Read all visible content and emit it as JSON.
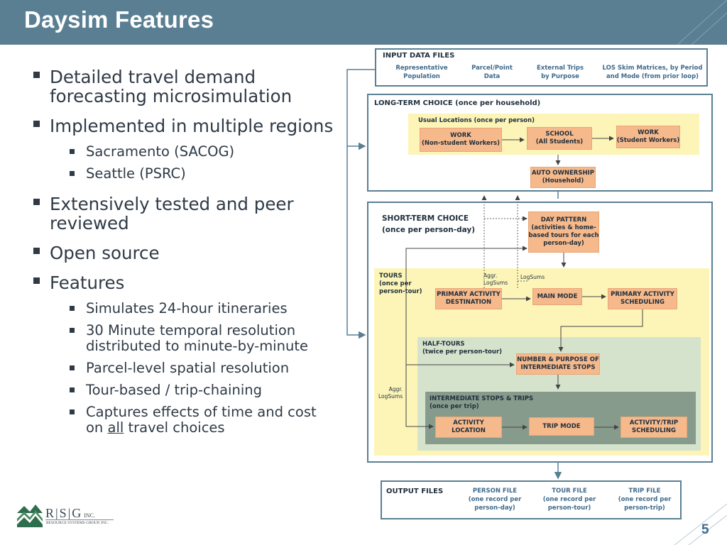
{
  "slide": {
    "title": "Daysim Features",
    "page_number": "5"
  },
  "bullets": [
    {
      "text": "Detailed travel demand forecasting microsimulation",
      "level": 1
    },
    {
      "text": "Implemented in multiple regions",
      "level": 1
    },
    {
      "text": "Sacramento (SACOG)",
      "level": 2
    },
    {
      "text": "Seattle (PSRC)",
      "level": 2
    },
    {
      "text": "Extensively tested and peer reviewed",
      "level": 1
    },
    {
      "text": "Open source",
      "level": 1
    },
    {
      "text": "Features",
      "level": 1
    },
    {
      "text": "Simulates  24-hour itineraries",
      "level": 2
    },
    {
      "text": "30 Minute temporal resolution distributed to minute-by-minute",
      "level": 2
    },
    {
      "text": "Parcel-level spatial resolution",
      "level": 2
    },
    {
      "text": "Tour-based / trip-chaining",
      "level": 2
    },
    {
      "text": "Captures effects of time and cost on all travel choices",
      "level": 2,
      "pre": "Captures effects of time and cost on ",
      "underlined": "all",
      "post": " travel choices"
    }
  ],
  "diagram": {
    "input": {
      "title": "INPUT DATA FILES",
      "items": [
        "Representative\nPopulation",
        "Parcel/Point\nData",
        "External Trips\nby Purpose",
        "LOS Skim Matrices, by Period\nand Mode (from prior loop)"
      ]
    },
    "long_term": {
      "title": "LONG-TERM CHOICE (once per household)",
      "usual_title": "Usual Locations (once per person)",
      "work1": "WORK\n(Non-student Workers)",
      "school": "SCHOOL\n(All Students)",
      "work2": "WORK\n(Student Workers)",
      "auto": "AUTO OWNERSHIP\n(Household)"
    },
    "short_term": {
      "title": "SHORT-TERM CHOICE\n(once per person-day)",
      "day_pattern": "DAY PATTERN\n(activities & home-\nbased tours for each\nperson-day)",
      "tours_title": "TOURS\n(once per\nperson-tour)",
      "aggr_logsums": "Aggr.\nLogSums",
      "logsums": "LogSums",
      "primary_dest": "PRIMARY ACTIVITY\nDESTINATION",
      "main_mode": "MAIN MODE",
      "primary_sched": "PRIMARY ACTIVITY\nSCHEDULING",
      "half_tours_title": "HALF-TOURS\n(twice per person-tour)",
      "num_purpose": "NUMBER & PURPOSE OF\nINTERMEDIATE STOPS",
      "aggr_logsums2": "Aggr.\nLogSums",
      "stops_title": "INTERMEDIATE STOPS & TRIPS\n(once per trip)",
      "activity_location": "ACTIVITY\nLOCATION",
      "trip_mode": "TRIP MODE",
      "activity_trip_sched": "ACTIVITY/TRIP\nSCHEDULING"
    },
    "output": {
      "title": "OUTPUT FILES",
      "items": [
        "PERSON FILE\n(one record per\nperson-day)",
        "TOUR FILE\n(one record per\nperson-tour)",
        "TRIP FILE\n(one record per\nperson-trip)"
      ]
    }
  },
  "logo": {
    "name": "R|S|G",
    "inc": "INC.",
    "subtitle": "RESOURCE SYSTEMS GROUP, INC."
  }
}
